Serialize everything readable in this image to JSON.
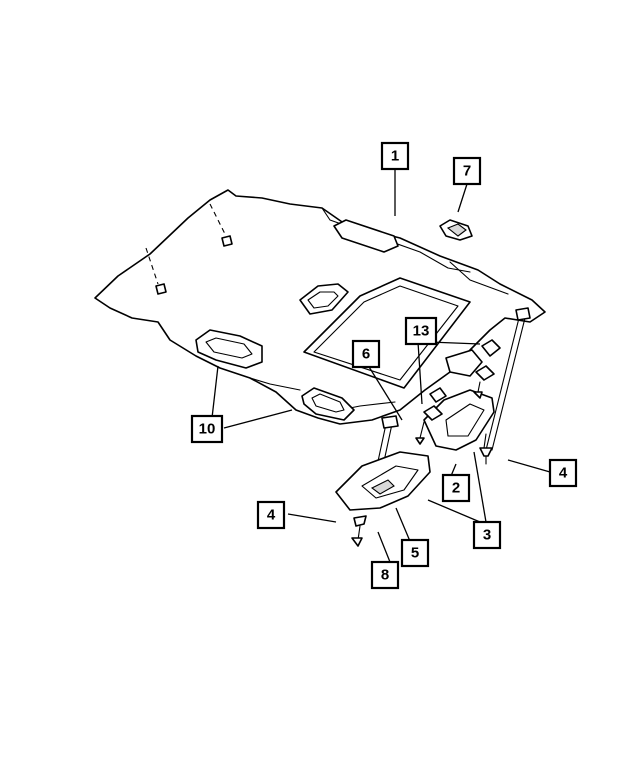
{
  "callouts": {
    "c1": "1",
    "c2": "2",
    "c3": "3",
    "c4a": "4",
    "c4b": "4",
    "c5": "5",
    "c6": "6",
    "c7": "7",
    "c8": "8",
    "c10": "10",
    "c13": "13"
  }
}
